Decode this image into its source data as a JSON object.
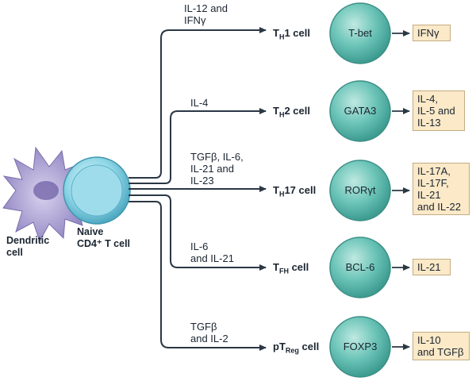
{
  "source": {
    "dc_label": [
      "Dendritic",
      "cell"
    ],
    "naive_label": [
      "Naive",
      "CD4⁺ T cell"
    ]
  },
  "rows": [
    {
      "condition": [
        "IL-12 and",
        "IFNγ"
      ],
      "cell": "1 cell",
      "tf": "T-bet",
      "cytokines": [
        "IFNγ"
      ]
    },
    {
      "condition": [
        "IL-4"
      ],
      "cell": "2 cell",
      "tf": "GATA3",
      "cytokines": [
        "IL-4,",
        "IL-5 and",
        "IL-13"
      ]
    },
    {
      "condition": [
        "TGFβ, IL-6,",
        "IL-21 and",
        "IL-23"
      ],
      "cell": "17 cell",
      "tf": "RORγt",
      "cytokines": [
        "IL-17A,",
        "IL-17F,",
        "IL-21",
        "and IL-22"
      ]
    },
    {
      "condition": [
        "IL-6",
        "and IL-21"
      ],
      "cell": "cell",
      "tf": "BCL-6",
      "cytokines": [
        "IL-21"
      ]
    },
    {
      "condition": [
        "TGFβ",
        "and IL-2"
      ],
      "cell": "cell",
      "tf": "FOXP3",
      "cytokines": [
        "IL-10",
        "and TGFβ"
      ]
    }
  ],
  "labels": {
    "T": "T",
    "H": "H",
    "FH": "FH",
    "pT": "pT",
    "Reg": "Reg"
  },
  "colors": {
    "dendritic": "#9b8fc6",
    "naive": "#7fcfe0",
    "effector": "#5fbcb0",
    "cytokine_box": "#fbe9c8",
    "arrow": "#2a3744"
  }
}
